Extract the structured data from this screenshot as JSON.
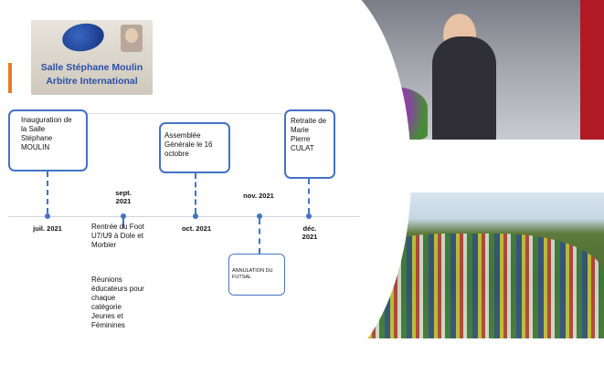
{
  "sign": {
    "line1": "Salle Stéphane Moulin",
    "line2": "Arbitre International"
  },
  "events_above": [
    {
      "text": "Inauguration de la Salle Stéphane MOULIN"
    },
    {
      "text": "Assemblée Générale le 16 octobre"
    },
    {
      "text": "Retraite de Marie Pierre CULAT"
    }
  ],
  "dates": {
    "juil": "juil. 2021",
    "sept": "sept. 2021",
    "oct": "oct. 2021",
    "nov": "nov. 2021",
    "dec": "déc. 2021"
  },
  "below_text": {
    "rentree": "Rentrée du Foot U7/U9 à Dole et Morbier",
    "reunions": "Réunions éducateurs pour chaque catégorie Jeunes et Féminines"
  },
  "annulation": "ANNULATION DU FUTSAL",
  "colors": {
    "accent": "#4472c4",
    "orange": "#e77c22"
  }
}
